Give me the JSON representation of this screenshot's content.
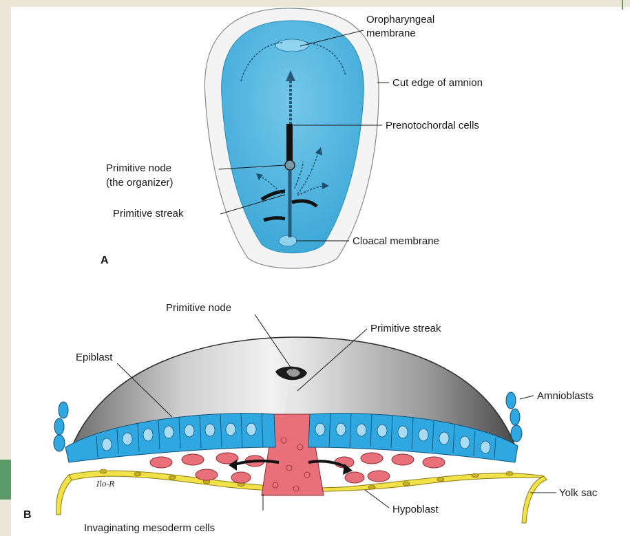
{
  "panel_a": {
    "letter": "A",
    "labels": {
      "oropharyngeal_line1": "Oropharyngeal",
      "oropharyngeal_line2": "membrane",
      "cut_edge_amnion": "Cut edge of amnion",
      "prenotochordal": "Prenotochordal cells",
      "primitive_node_line1": "Primitive node",
      "primitive_node_line2": "(the organizer)",
      "primitive_streak": "Primitive streak",
      "cloacal_membrane": "Cloacal membrane"
    }
  },
  "panel_b": {
    "letter": "B",
    "labels": {
      "primitive_node": "Primitive node",
      "primitive_streak": "Primitive streak",
      "epiblast": "Epiblast",
      "amnioblasts": "Amnioblasts",
      "yolk_sac": "Yolk sac",
      "hypoblast": "Hypoblast",
      "invaginating": "Invaginating mesoderm cells"
    },
    "signature": "Ilo-R"
  },
  "colors": {
    "embryo_blue": "#4fb6e0",
    "amnion_white": "#f4f4f4",
    "mesoderm_pink": "#e8707a",
    "hypoblast_yellow": "#f2e24a",
    "frame_beige": "#ebe7d8",
    "frame_green": "#5a9a68"
  }
}
